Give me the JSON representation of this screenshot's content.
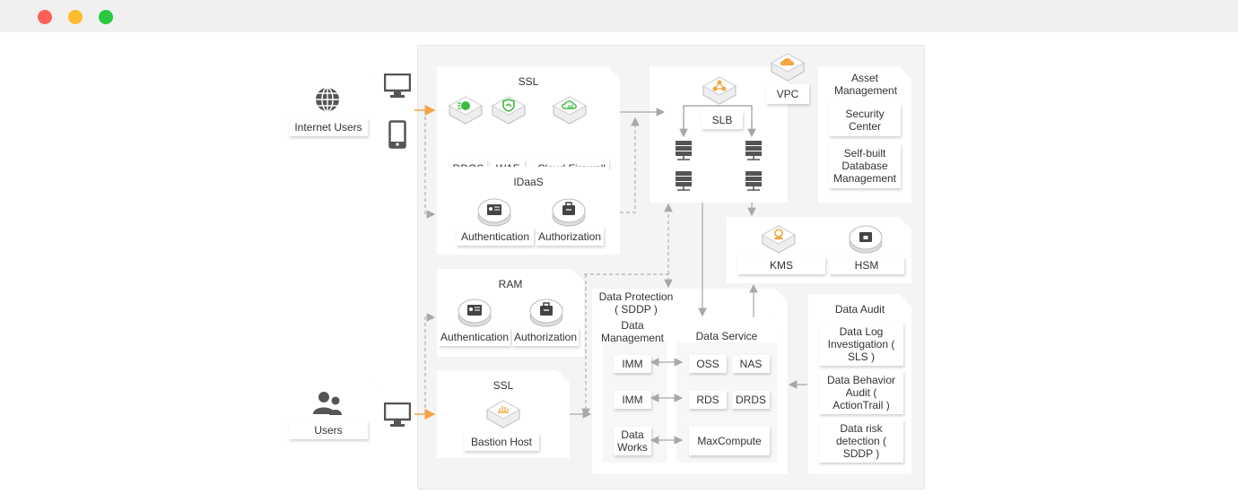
{
  "window": {
    "controls": [
      "close",
      "minimize",
      "maximize"
    ]
  },
  "colors": {
    "accent_orange": "#f5a441",
    "arrow_gray": "#a0a0a0",
    "icon_dark": "#555555",
    "icon_green": "#3dbb3d"
  },
  "actors": {
    "internet_users": {
      "label": "Internet Users",
      "devices": [
        "desktop-icon",
        "mobile-icon"
      ]
    },
    "users": {
      "label": "Users",
      "devices": [
        "desktop-icon"
      ]
    }
  },
  "ssl_top": {
    "title": "SSL",
    "items": [
      {
        "label": "DDOS",
        "icon": "ddos-shield-icon"
      },
      {
        "label": "WAF",
        "icon": "waf-shield-icon"
      },
      {
        "label": "Cloud Firewall",
        "icon": "cloud-firewall-icon"
      }
    ]
  },
  "idaas": {
    "title": "IDaaS",
    "items": [
      {
        "label": "Authentication",
        "icon": "id-card-icon"
      },
      {
        "label": "Authorization",
        "icon": "briefcase-key-icon"
      }
    ]
  },
  "ram": {
    "title": "RAM",
    "items": [
      {
        "label": "Authentication",
        "icon": "id-card-icon"
      },
      {
        "label": "Authorization",
        "icon": "briefcase-key-icon"
      }
    ]
  },
  "ssl_bottom": {
    "title": "SSL",
    "items": [
      {
        "label": "Bastion Host",
        "icon": "bastion-host-icon"
      }
    ]
  },
  "slb_box": {
    "slb_label": "SLB",
    "vpc_label": "VPC"
  },
  "asset_management": {
    "title": "Asset Management",
    "items": [
      "Security Center",
      "Self-built Database Management"
    ]
  },
  "key_management": {
    "items": [
      {
        "label": "KMS",
        "icon": "kms-key-icon"
      },
      {
        "label": "HSM",
        "icon": "hsm-lock-icon"
      }
    ]
  },
  "data_protection": {
    "title": "Data Protection",
    "subtitle": "( SDDP )",
    "management_title": "Data Management",
    "service_title": "Data Service",
    "management_items": [
      "IMM",
      "IMM",
      "Data Works"
    ],
    "service_rows": [
      [
        "OSS",
        "NAS"
      ],
      [
        "RDS",
        "DRDS"
      ],
      [
        "MaxCompute"
      ]
    ]
  },
  "data_audit": {
    "title": "Data Audit",
    "items": [
      "Data Log Investigation ( SLS )",
      "Data Behavior Audit ( ActionTrail )",
      "Data risk detection ( SDDP )"
    ]
  }
}
